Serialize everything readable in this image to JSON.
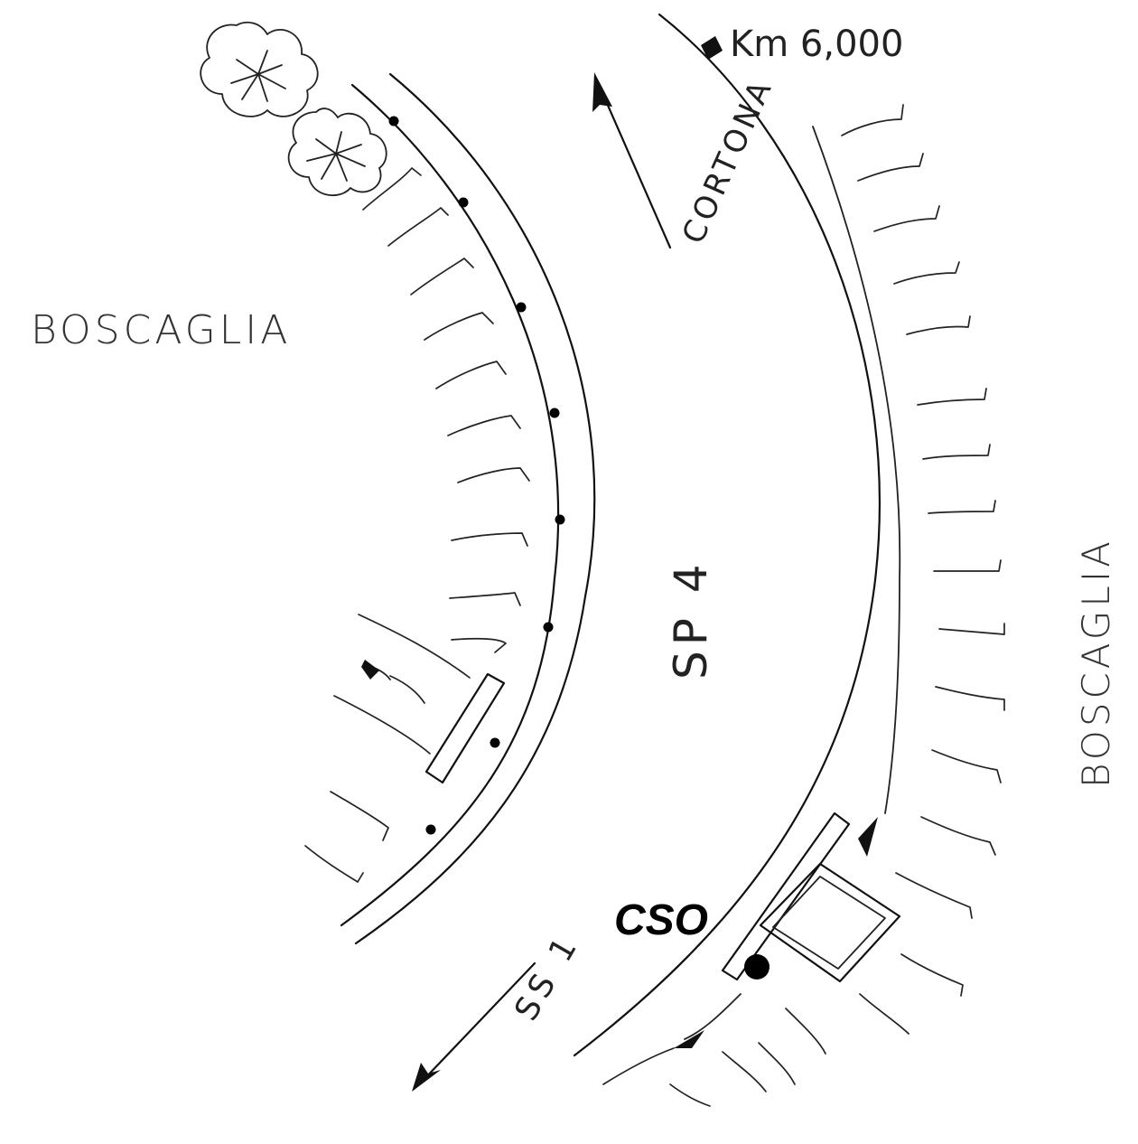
{
  "labels": {
    "km_marker": "Km 6,000",
    "direction_north": "CORTONA",
    "road_name": "SP 4",
    "area_left": "BOSCAGLIA",
    "area_right": "BOSCAGLIA",
    "road_south": "SS 1",
    "site_code": "CSO"
  },
  "colors": {
    "ink": "#111111",
    "background": "#ffffff",
    "site_marker": "#000000"
  }
}
